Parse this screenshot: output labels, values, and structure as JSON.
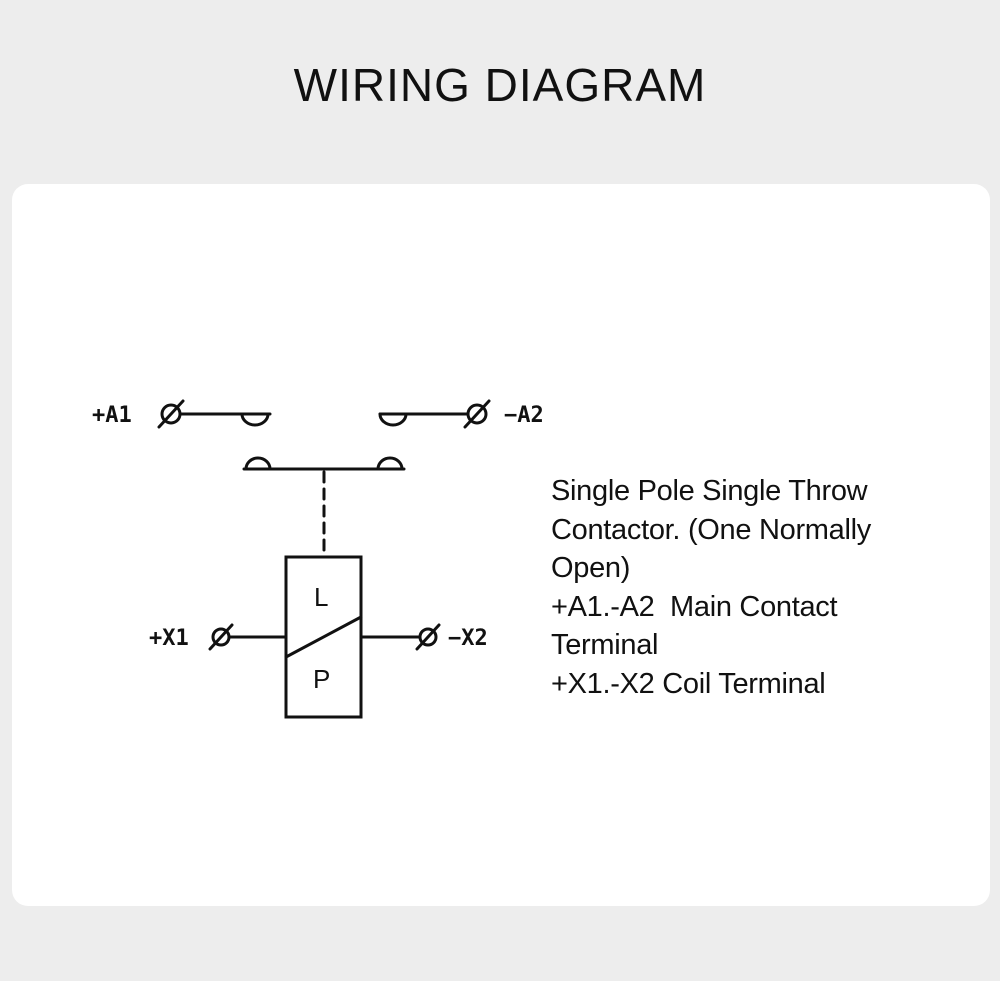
{
  "title": "WIRING DIAGRAM",
  "terminals": {
    "a1": "+A1",
    "a2": "−A2",
    "x1": "+X1",
    "x2": "−X2"
  },
  "coil": {
    "upper_letter": "L",
    "lower_letter": "P"
  },
  "description_lines": [
    "Single Pole Single Throw",
    "Contactor. (One Normally",
    "Open)",
    "+A1.-A2  Main Contact",
    "Terminal",
    "+X1.-X2 Coil Terminal"
  ],
  "colors": {
    "background": "#ededed",
    "card": "#ffffff",
    "ink": "#111111"
  }
}
